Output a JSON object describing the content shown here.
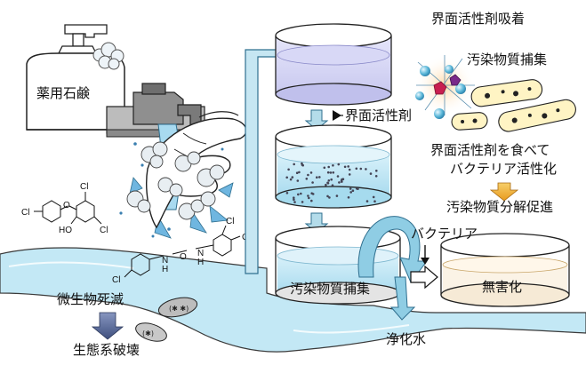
{
  "labels": {
    "soap": "薬用石鹸",
    "surfactant_adsorption": "界面活性剤吸着",
    "pollutant_capture_top": "汚染物質捕集",
    "surfactant_arrow": "界面活性剤",
    "eat_surfactant_line1": "界面活性剤を食べて",
    "eat_surfactant_line2": "バクテリア活性化",
    "decomposition": "汚染物質分解促進",
    "bacteria": "バクテリア",
    "pollutant_capture_tank": "汚染物質捕集",
    "harmless": "無害化",
    "purified_water": "浄化水",
    "microbe_death": "微生物死滅",
    "ecosystem_destruction": "生態系破壊"
  },
  "chem": {
    "cl": "Cl",
    "ho": "HO",
    "o": "O",
    "n": "N",
    "h": "H"
  },
  "colors": {
    "water": "#bfe6f4",
    "water_dark": "#7fc8e6",
    "arrow": "#b4dcea",
    "decomp_arrow": "#f0b43c",
    "dark_arrow": "#5a6e96",
    "tank_top": "#c8c8f0",
    "surfactant_ball": "#4aa8cc",
    "red_particle": "#c81e50",
    "bacteria_fill": "#fff0b4"
  }
}
